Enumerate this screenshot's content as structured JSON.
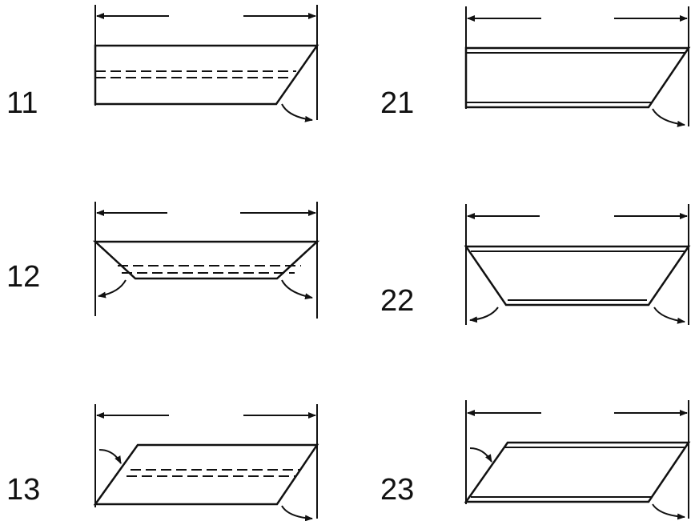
{
  "diagrams": [
    {
      "code": "11",
      "shape": "one-end-angled",
      "inner_lines": "dashed"
    },
    {
      "code": "21",
      "shape": "one-end-angled",
      "inner_lines": "double-solid"
    },
    {
      "code": "12",
      "shape": "both-ends-angled-inward",
      "inner_lines": "dashed"
    },
    {
      "code": "22",
      "shape": "both-ends-angled-inward",
      "inner_lines": "double-solid"
    },
    {
      "code": "13",
      "shape": "parallel-angled-ends",
      "inner_lines": "dashed"
    },
    {
      "code": "23",
      "shape": "parallel-angled-ends",
      "inner_lines": "double-solid"
    }
  ],
  "colors": {
    "stroke": "#111111",
    "background": "#ffffff"
  }
}
